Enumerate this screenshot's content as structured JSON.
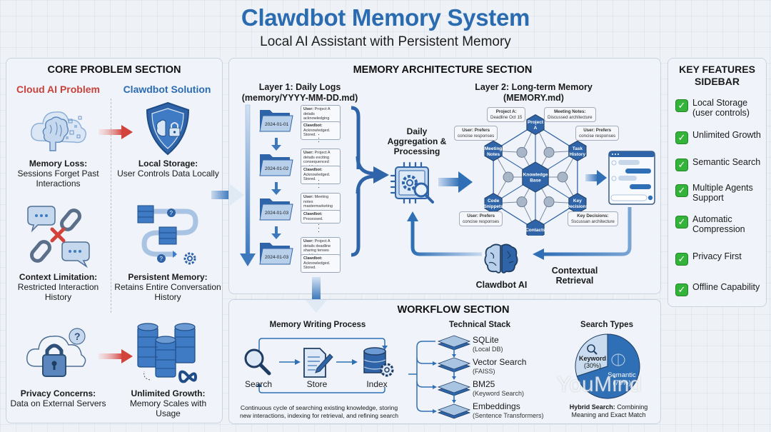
{
  "header": {
    "title": "Clawdbot Memory System",
    "subtitle": "Local AI Assistant with Persistent Memory"
  },
  "core_problem": {
    "title": "CORE PROBLEM SECTION",
    "problem_header": "Cloud AI Problem",
    "solution_header": "Clawdbot Solution",
    "problems": [
      {
        "title": "Memory Loss:",
        "desc": "Sessions Forget Past Interactions",
        "icon": "cloud-brain-icon"
      },
      {
        "title": "Context Limitation:",
        "desc": "Restricted Interaction History",
        "icon": "broken-chain-icon"
      },
      {
        "title": "Privacy Concerns:",
        "desc": "Data on External Servers",
        "icon": "cloud-lock-icon"
      }
    ],
    "solutions": [
      {
        "title": "Local Storage:",
        "desc": "User Controls Data Locally",
        "icon": "shield-brain-icon"
      },
      {
        "title": "Persistent Memory:",
        "desc": "Retains Entire Conversation History",
        "icon": "server-flow-icon"
      },
      {
        "title": "Unlimited Growth:",
        "desc": "Memory Scales with Usage",
        "icon": "database-infinity-icon"
      }
    ]
  },
  "architecture": {
    "title": "MEMORY ARCHITECTURE SECTION",
    "layer1": {
      "title": "Layer 1: Daily Logs",
      "path": "(memory/YYYY-MM-DD.md)",
      "logs": [
        {
          "date": "2024-01-01",
          "user": "Project A details acknowledging access architecture...",
          "bot": "Acknowledged. Stored."
        },
        {
          "date": "2024-01-02",
          "user": "Project A details exciting consequenced architecture...",
          "bot": "Acknowledged. Stored."
        },
        {
          "date": "2024-01-03",
          "user": "Meeting notes mastermarketing action architecture...",
          "bot": "Processed."
        },
        {
          "date": "2024-01-03",
          "user": "Project A details deadline sharing tenses architecture.",
          "bot": "Acknowledged. Stored."
        }
      ],
      "user_label": "User:",
      "bot_label": "Clawdbot:"
    },
    "aggregation": {
      "label": "Daily Aggregation & Processing"
    },
    "layer2": {
      "title": "Layer 2: Long-term Memory",
      "path": "(MEMORY.md)",
      "center_node": "Knowledge Base",
      "nodes": [
        "Project A",
        "Task History",
        "Key Decisions",
        "Contacts",
        "Code Snippets",
        "Meeting Notes"
      ],
      "notes": [
        {
          "title": "Project A:",
          "text": "Deadline Oct 15"
        },
        {
          "title": "Meeting Notes:",
          "text": "Discussed architecture"
        },
        {
          "title": "User: Prefers",
          "text": "concise responses"
        },
        {
          "title": "User: Prefers",
          "text": "concise responses"
        },
        {
          "title": "User: Prefers",
          "text": "concise responses"
        },
        {
          "title": "Key Decisions:",
          "text": "Sscussan architecture"
        }
      ]
    },
    "ai_label": "Clawdbot AI",
    "retrieval_label": "Contextual Retrieval"
  },
  "workflow": {
    "title": "WORKFLOW SECTION",
    "writing": {
      "title": "Memory Writing Process",
      "steps": [
        "Search",
        "Store",
        "Index"
      ],
      "description": "Continuous cycle of searching existing knowledge, storing new interactions, indexing for retrieval, and refining search"
    },
    "stack": {
      "title": "Technical Stack",
      "items": [
        {
          "name": "SQLite",
          "detail": "(Local DB)"
        },
        {
          "name": "Vector Search",
          "detail": "(FAISS)"
        },
        {
          "name": "BM25",
          "detail": "(Keyword Search)"
        },
        {
          "name": "Embeddings",
          "detail": "(Sentence Transformers)"
        }
      ]
    },
    "search_types": {
      "title": "Search Types",
      "slices": [
        {
          "label": "Keyword",
          "pct_label": "(30%)",
          "value": 30,
          "color": "#c9dcef"
        },
        {
          "label": "Semantic",
          "pct_label": "(70%)",
          "value": 70,
          "color": "#2f6fb5"
        }
      ],
      "caption_bold": "Hybrid Search:",
      "caption": "Combining Meaning and Exact Match"
    }
  },
  "features": {
    "title_line1": "KEY FEATURES",
    "title_line2": "SIDEBAR",
    "items": [
      "Local Storage (user controls)",
      "Unlimited Growth",
      "Semantic Search",
      "Multiple Agents Support",
      "Automatic Compression",
      "Privacy First",
      "Offline Capability"
    ]
  },
  "watermark": "YouMind",
  "colors": {
    "brand_blue": "#2b6bb0",
    "problem_red": "#c9413b",
    "check_green": "#34b33a",
    "node_blue": "#2f64a8"
  }
}
